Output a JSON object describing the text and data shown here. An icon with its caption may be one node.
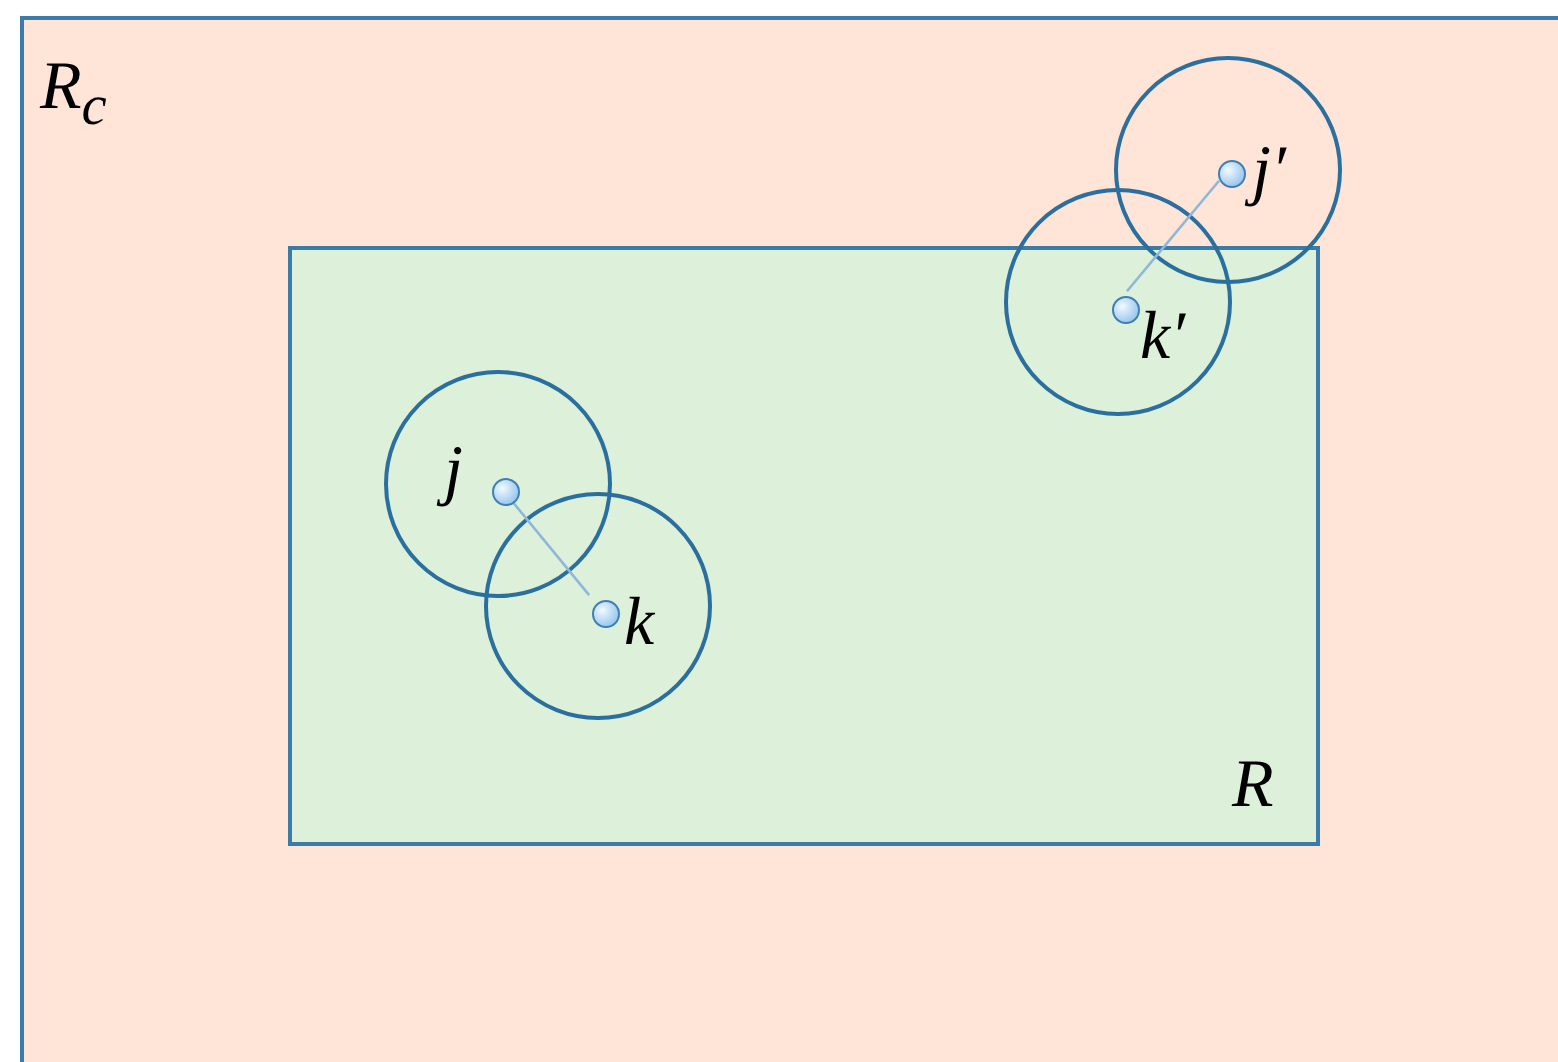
{
  "diagram": {
    "nodes": [
      {
        "text": [
          "R$_{c}$"
        ]
      },
      {
        "text": [
          "R"
        ],
        "in": 0
      },
      {
        "text": [],
        "shape": "circle",
        "beside": [
          "j"
        ],
        "in": 1
      },
      {
        "text": [],
        "shape": "circle",
        "beside": [
          "k"
        ],
        "in": 1
      },
      {
        "text": [],
        "shape": "circle",
        "beside": [
          "k′"
        ],
        "in": 1
      },
      {
        "text": [],
        "shape": "circle",
        "beside": [
          "j′"
        ],
        "in": 0
      }
    ],
    "edges": [
      {
        "from": 2,
        "to": 3,
        "arrow": "none"
      },
      {
        "from": 4,
        "to": 5,
        "arrow": "none"
      }
    ]
  }
}
